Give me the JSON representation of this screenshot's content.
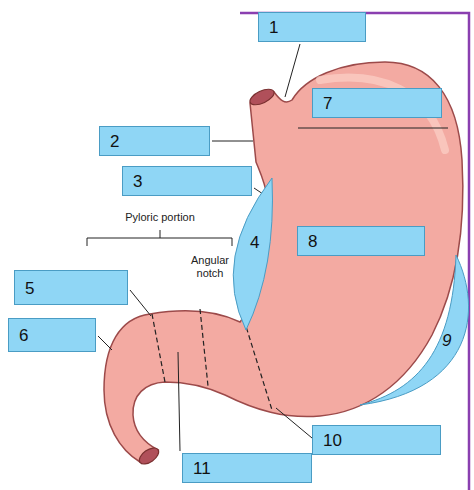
{
  "diagram": {
    "nodes": [
      {
        "text": [
          "1"
        ]
      },
      {
        "text": [
          "7"
        ]
      },
      {
        "text": [
          "2"
        ]
      },
      {
        "text": [
          "3"
        ]
      },
      {
        "text": [
          "4"
        ]
      },
      {
        "text": [
          "8"
        ]
      },
      {
        "text": [
          "5"
        ]
      },
      {
        "text": [
          "6"
        ]
      },
      {
        "text": [
          "9"
        ]
      },
      {
        "text": [
          "10"
        ]
      },
      {
        "text": [
          "11"
        ]
      }
    ],
    "labels": [
      "Pyloric portion",
      "Angular notch"
    ]
  }
}
